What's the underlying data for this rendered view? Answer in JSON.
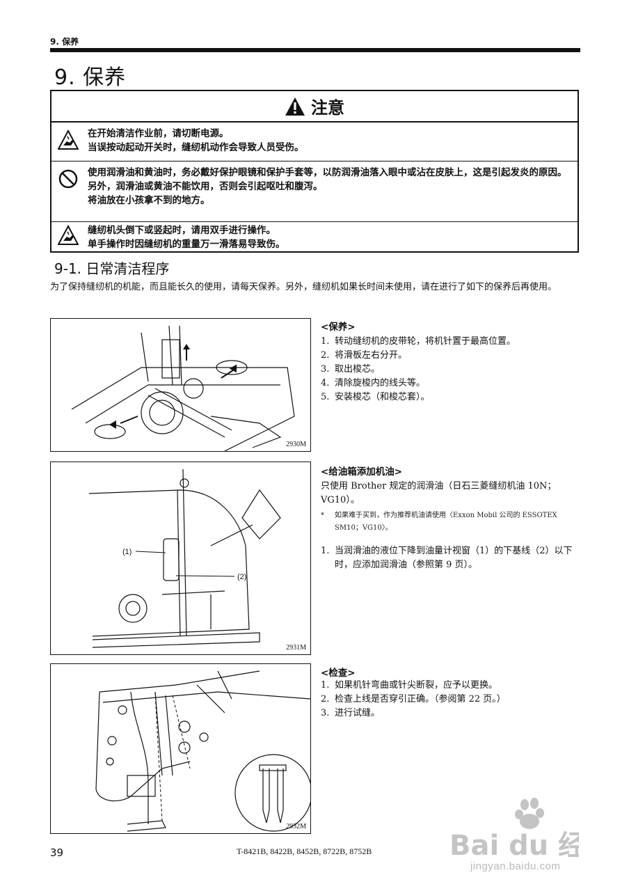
{
  "running_header": "9. 保养",
  "chapter_title": "9. 保养",
  "caution": {
    "title": "注意",
    "sections": [
      {
        "icon": "hand-injury-warning-icon",
        "lines": [
          "在开始清洁作业前，请切断电源。",
          "当误按动起动开关时，缝纫机动作会导致人员受伤。"
        ]
      },
      {
        "icon": "prohibition-icon",
        "lines": [
          "使用润滑油和黄油时，务必戴好保护眼镜和保护手套等，以防润滑油落入眼中或沾在皮肤上，这是引起发炎的原因。",
          "另外，润滑油或黄油不能饮用，否则会引起呕吐和腹泻。",
          "将油放在小孩拿不到的地方。"
        ]
      },
      {
        "icon": "hand-injury-warning-icon",
        "lines": [
          "缝纫机头倒下或竖起时，请用双手进行操作。",
          "单手操作时因缝纫机的重量万一滑落易导致伤。"
        ]
      }
    ]
  },
  "section_title": "9-1. 日常清洁程序",
  "intro": "为了保持缝纫机的机能，而且能长久的使用，请每天保养。另外，缝纫机如果长时间未使用，请在进行了如下的保养后再使用。",
  "maintenance": {
    "heading": "<保养>",
    "figure_code": "2930M",
    "steps": [
      {
        "num": "1.",
        "text": "转动缝纫机的皮带轮，将机针置于最高位置。"
      },
      {
        "num": "2.",
        "text": "将滑板左右分开。"
      },
      {
        "num": "3.",
        "text": "取出梭芯。"
      },
      {
        "num": "4.",
        "text": "清除旋梭内的线头等。"
      },
      {
        "num": "5.",
        "text": "安装梭芯（和梭芯套）。"
      }
    ]
  },
  "oiling": {
    "heading": "<给油箱添加机油>",
    "figure_code": "2931M",
    "label_1": "(1)",
    "label_2": "(2)",
    "para": "只使用 Brother 规定的润滑油（日石三菱缝纫机油 10N；VG10）。",
    "note_mark": "*",
    "note": "如果难于买到，作为推荐机油请使用〈Exxon Mobil 公司的 ESSOTEX SM10；VG10〉。",
    "steps": [
      {
        "num": "1.",
        "text": "当润滑油的液位下降到油量计视窗（1）的下基线（2）以下时，应添加润滑油（参照第 9 页）。"
      }
    ]
  },
  "inspection": {
    "heading": "<检查>",
    "figure_code": "2932M",
    "steps": [
      {
        "num": "1.",
        "text": "如果机针弯曲或针尖断裂，应予以更换。"
      },
      {
        "num": "2.",
        "text": "检查上线是否穿引正确。（参阅第 22 页。）"
      },
      {
        "num": "3.",
        "text": "进行试缝。"
      }
    ]
  },
  "footer": {
    "page_number": "39",
    "model_line": "T-8421B, 8422B, 8452B, 8722B, 8752B"
  },
  "watermark": {
    "logo": "Bai du 经验",
    "url": "jingyan.baidu.com"
  }
}
